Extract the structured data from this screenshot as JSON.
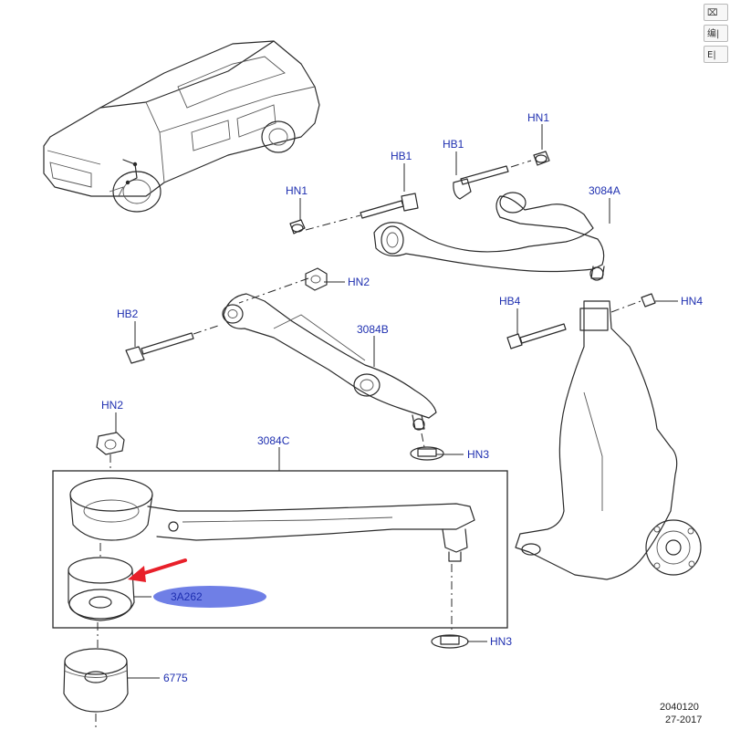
{
  "side_buttons": [
    "⌧",
    "编|",
    "E|"
  ],
  "callouts": {
    "hn1_a": "HN1",
    "hn1_b": "HN1",
    "hb1_a": "HB1",
    "hb1_b": "HB1",
    "upper_arm": "3084A",
    "hn2_a": "HN2",
    "hb2": "HB2",
    "lower_arm_b": "3084B",
    "hb4": "HB4",
    "hn4": "HN4",
    "hn2_b": "HN2",
    "lower_arm_c": "3084C",
    "hn3_a": "HN3",
    "bushing": "3A262",
    "hn3_b": "HN3",
    "part_6775": "6775"
  },
  "footer": {
    "line1": "2040120",
    "line2": "27-2017"
  },
  "colors": {
    "label": "#1e2fb0",
    "highlight": "#6f7fe6",
    "arrow": "#e8202a",
    "line": "#2a2a2a"
  }
}
